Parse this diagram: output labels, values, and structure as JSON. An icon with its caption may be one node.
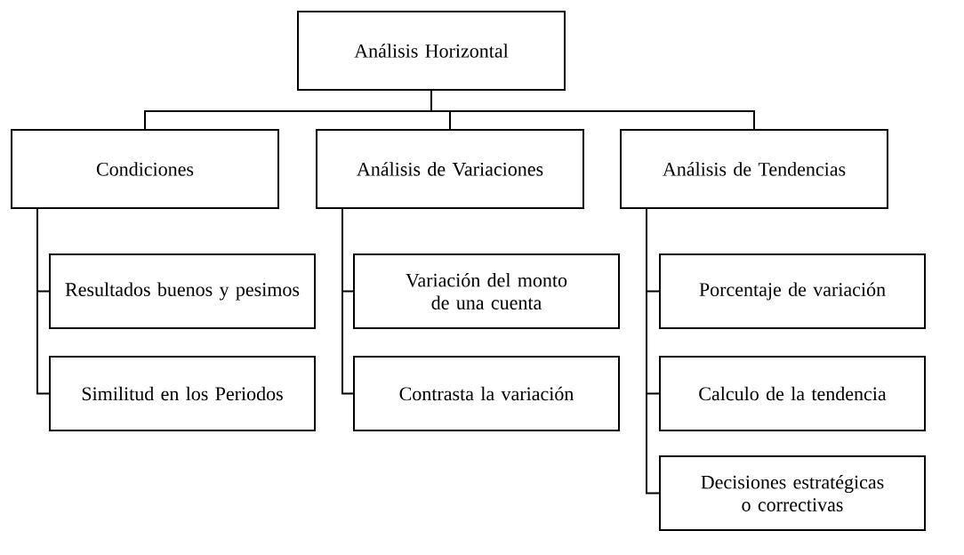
{
  "diagram": {
    "nodes": [
      {
        "text": [
          "Análisis Horizontal"
        ]
      },
      {
        "text": [
          "Condiciones"
        ]
      },
      {
        "text": [
          "Análisis de Variaciones"
        ]
      },
      {
        "text": [
          "Análisis de Tendencias"
        ]
      },
      {
        "text": [
          "Resultados buenos y pesimos"
        ]
      },
      {
        "text": [
          "Similitud en los Periodos"
        ]
      },
      {
        "text": [
          "Variación del monto de una cuenta"
        ]
      },
      {
        "text": [
          "Contrasta la variación"
        ]
      },
      {
        "text": [
          "Porcentaje de variación"
        ]
      },
      {
        "text": [
          "Calculo de la tendencia"
        ]
      },
      {
        "text": [
          "Decisiones estratégicas o correctivas"
        ]
      }
    ],
    "edges": [
      {
        "from": 0,
        "to": 1,
        "arrow": "none"
      },
      {
        "from": 0,
        "to": 2,
        "arrow": "none"
      },
      {
        "from": 0,
        "to": 3,
        "arrow": "none"
      },
      {
        "from": 1,
        "to": 4,
        "arrow": "none"
      },
      {
        "from": 1,
        "to": 5,
        "arrow": "none"
      },
      {
        "from": 2,
        "to": 6,
        "arrow": "none"
      },
      {
        "from": 2,
        "to": 7,
        "arrow": "none"
      },
      {
        "from": 3,
        "to": 8,
        "arrow": "none"
      },
      {
        "from": 3,
        "to": 9,
        "arrow": "none"
      },
      {
        "from": 3,
        "to": 10,
        "arrow": "none"
      }
    ]
  }
}
